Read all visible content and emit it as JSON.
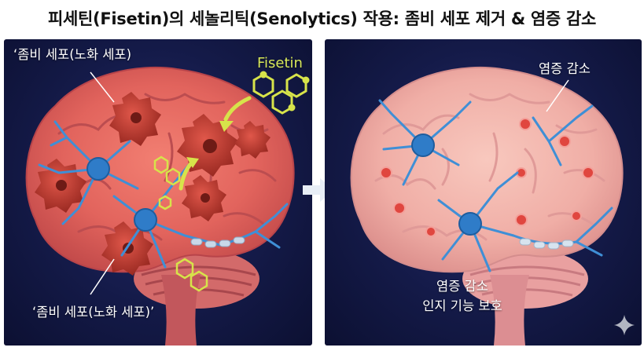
{
  "title": "피세틴(Fisetin)의 세놀리틱(Senolytics) 작용: 좀비 세포 제거 & 염증 감소",
  "left_panel": {
    "label_top": "‘좀비 세포(노화 세포)",
    "label_fisetin": "Fisetin",
    "label_bottom": "‘좀비 세포(노화 세포)’"
  },
  "right_panel": {
    "label_top": "염증 감소",
    "label_bottom_line1": "염증 감소",
    "label_bottom_line2": "인지 기능 보호"
  },
  "colors": {
    "background_panel": "#141a48",
    "brain_inflamed": "#e8716a",
    "brain_healthy": "#f4b7ae",
    "neuron": "#3f8fd6",
    "senescent_cell": "#c94435",
    "fisetin_molecule": "#d7e34a"
  },
  "icons": [
    "arrow-right-icon",
    "sparkle-icon"
  ]
}
